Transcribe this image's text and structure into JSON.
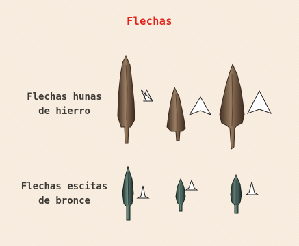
{
  "header": {
    "title": "Flechas"
  },
  "groups": [
    {
      "label_line1": "Flechas hunas",
      "label_line2": "de hierro",
      "material": "iron",
      "count": 3
    },
    {
      "label_line1": "Flechas escitas",
      "label_line2": "de bronce",
      "material": "bronze",
      "count": 3
    }
  ],
  "colors": {
    "background": "#f7ebdd",
    "title": "#e0241c",
    "label": "#3d3a35",
    "iron_body": "#8a6f56",
    "iron_shade": "#4a3627",
    "bronze_body": "#4b6a61",
    "bronze_shade": "#1e2d2a",
    "profile_outline": "#222222"
  }
}
